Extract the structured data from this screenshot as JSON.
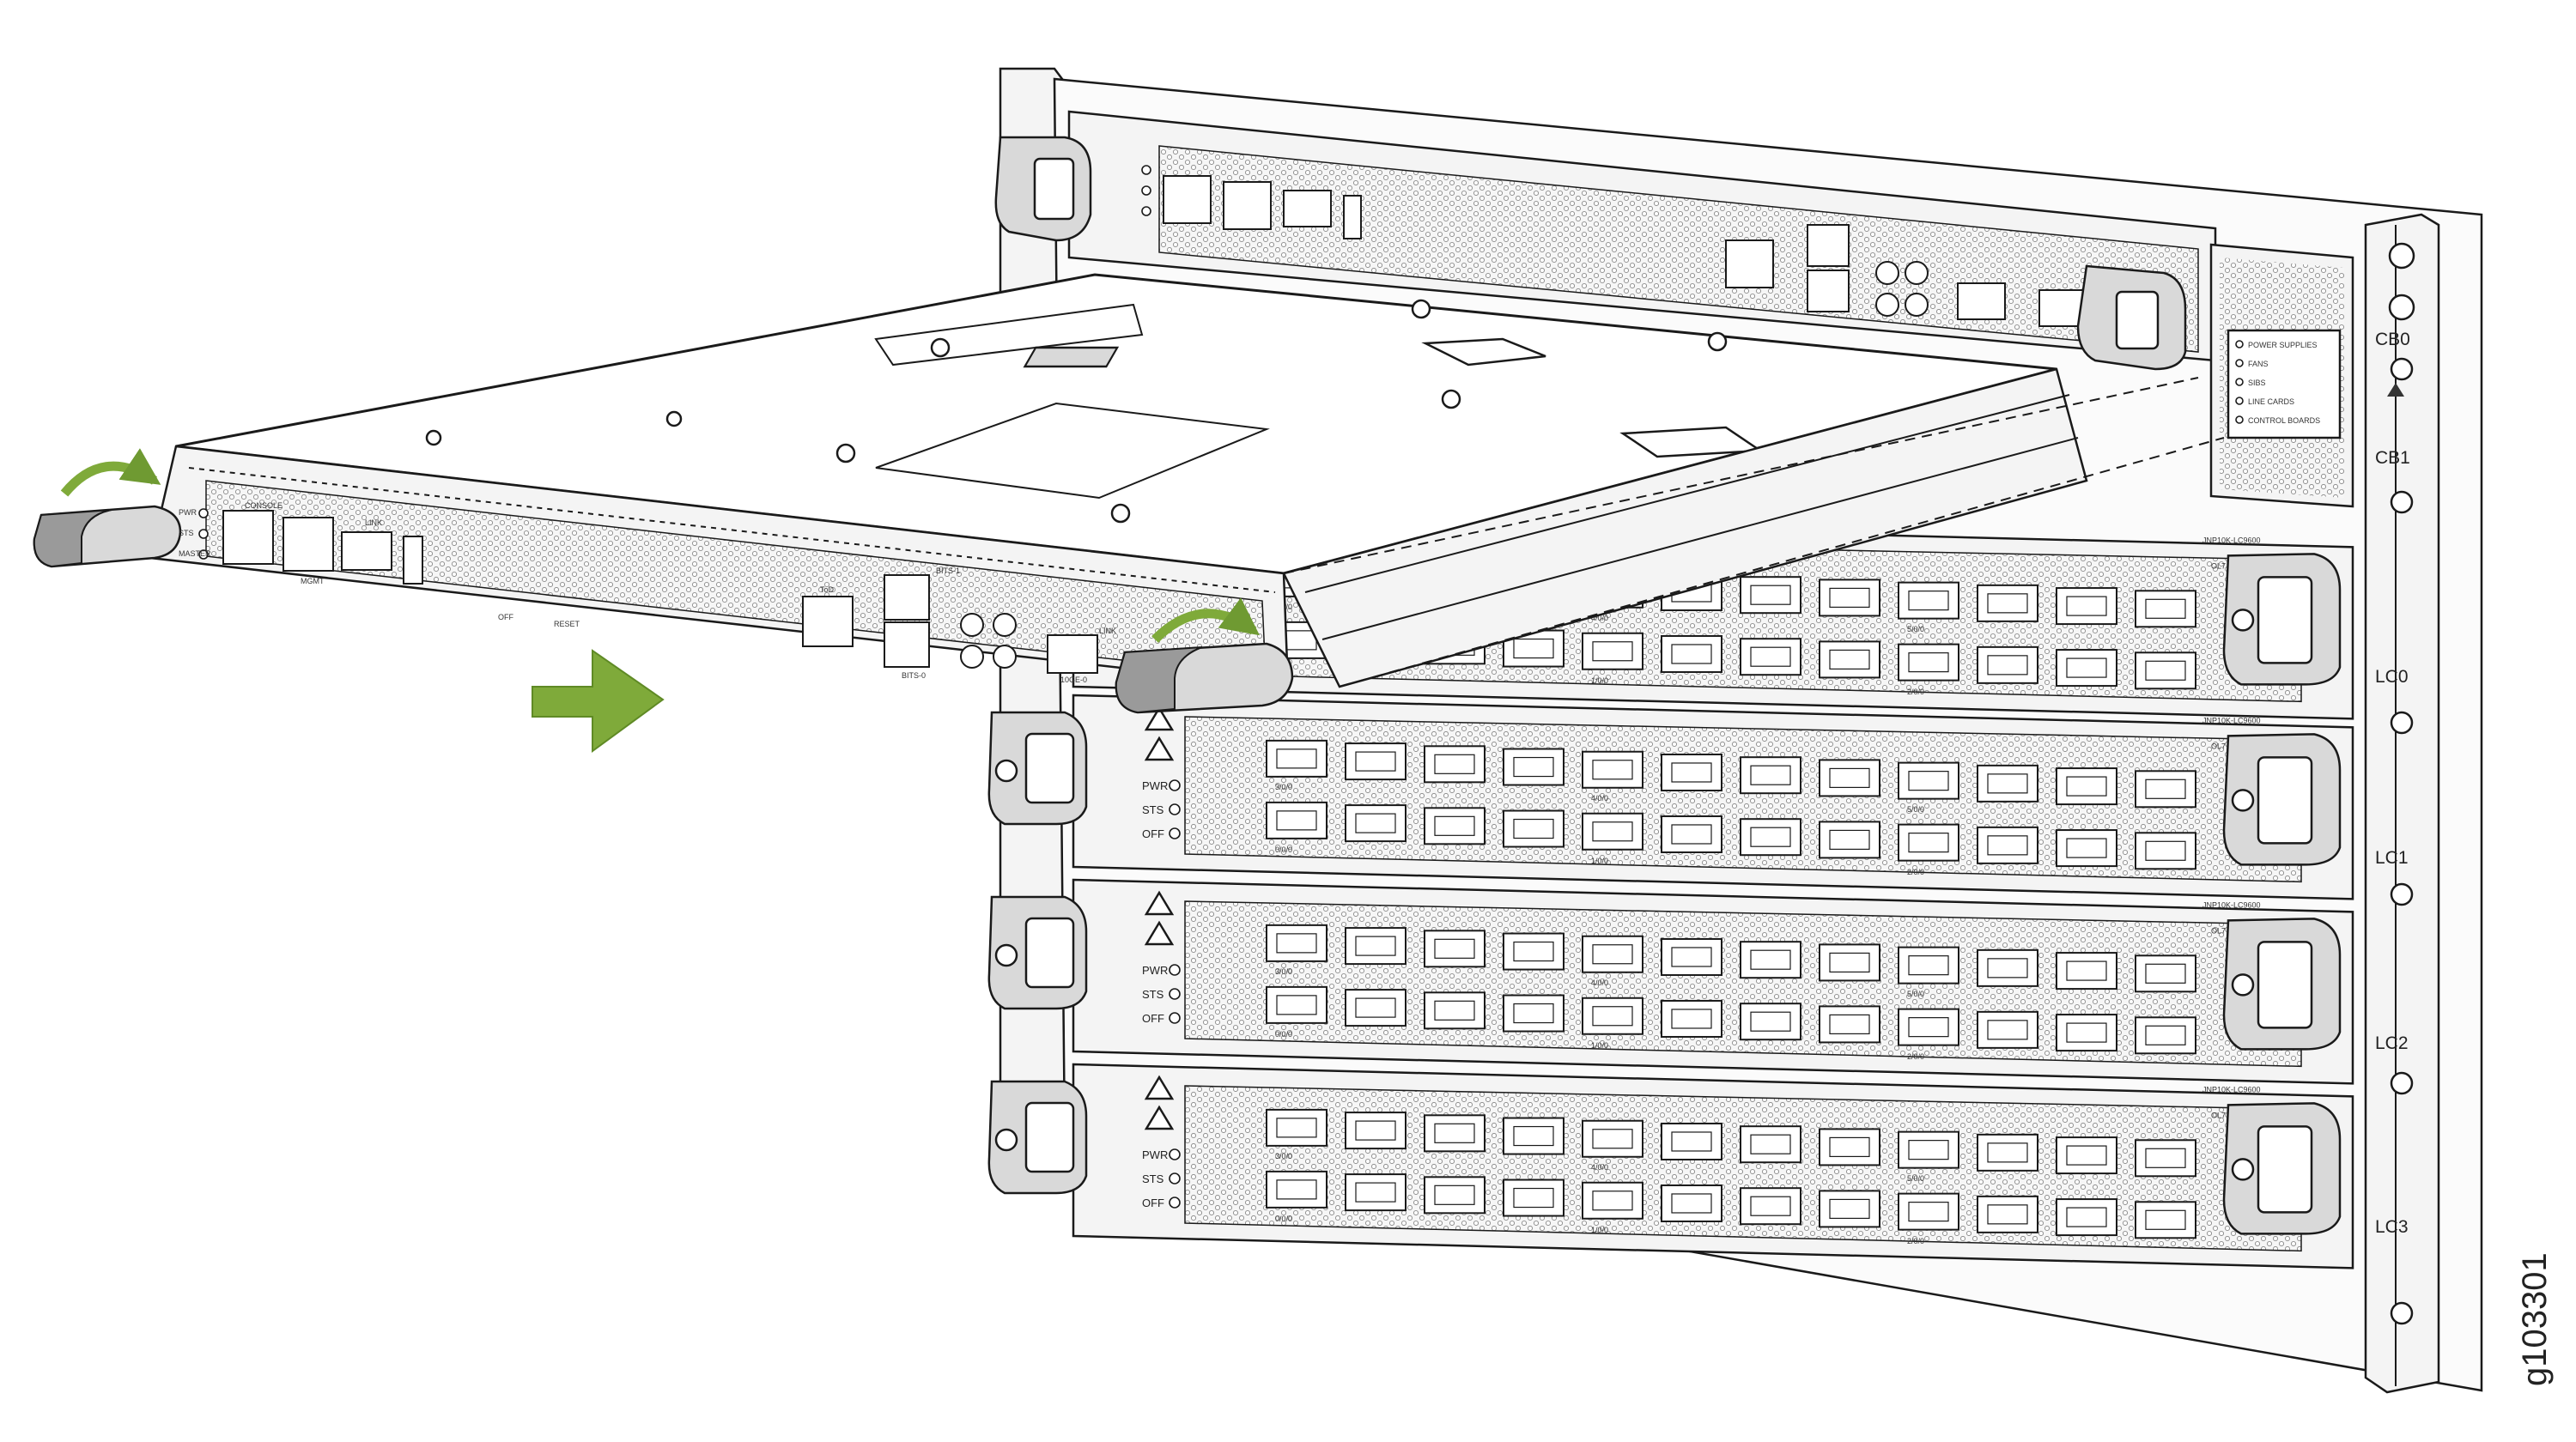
{
  "figure_id": "g103301",
  "slot_labels": [
    "CB0",
    "CB1",
    "LC0",
    "LC1",
    "LC2",
    "LC3"
  ],
  "status_panel": [
    "POWER SUPPLIES",
    "FANS",
    "SIBS",
    "LINE CARDS",
    "CONTROL BOARDS"
  ],
  "line_card": {
    "model": "JNP10K-LC9600",
    "leds": [
      "PWR",
      "STS",
      "OFF"
    ],
    "port_groups_top": [
      "3/0/0",
      "4/0/0",
      "5/0/0"
    ],
    "port_groups_bottom": [
      "0/0/0",
      "1/0/0",
      "2/0/0"
    ],
    "corner": "OL7"
  },
  "control_board": {
    "ports": [
      "CONSOLE",
      "MGMT",
      "LINK",
      "ToD",
      "BITS-1",
      "BITS-0",
      "10GE-0",
      "LINK"
    ],
    "leds": [
      "PWR",
      "STS",
      "MASTER"
    ],
    "buttons": [
      "OFF",
      "RESET"
    ]
  },
  "colors": {
    "arrow": "#7faa3a",
    "handle": "#cfcfcf",
    "line": "#1a1a1a"
  }
}
